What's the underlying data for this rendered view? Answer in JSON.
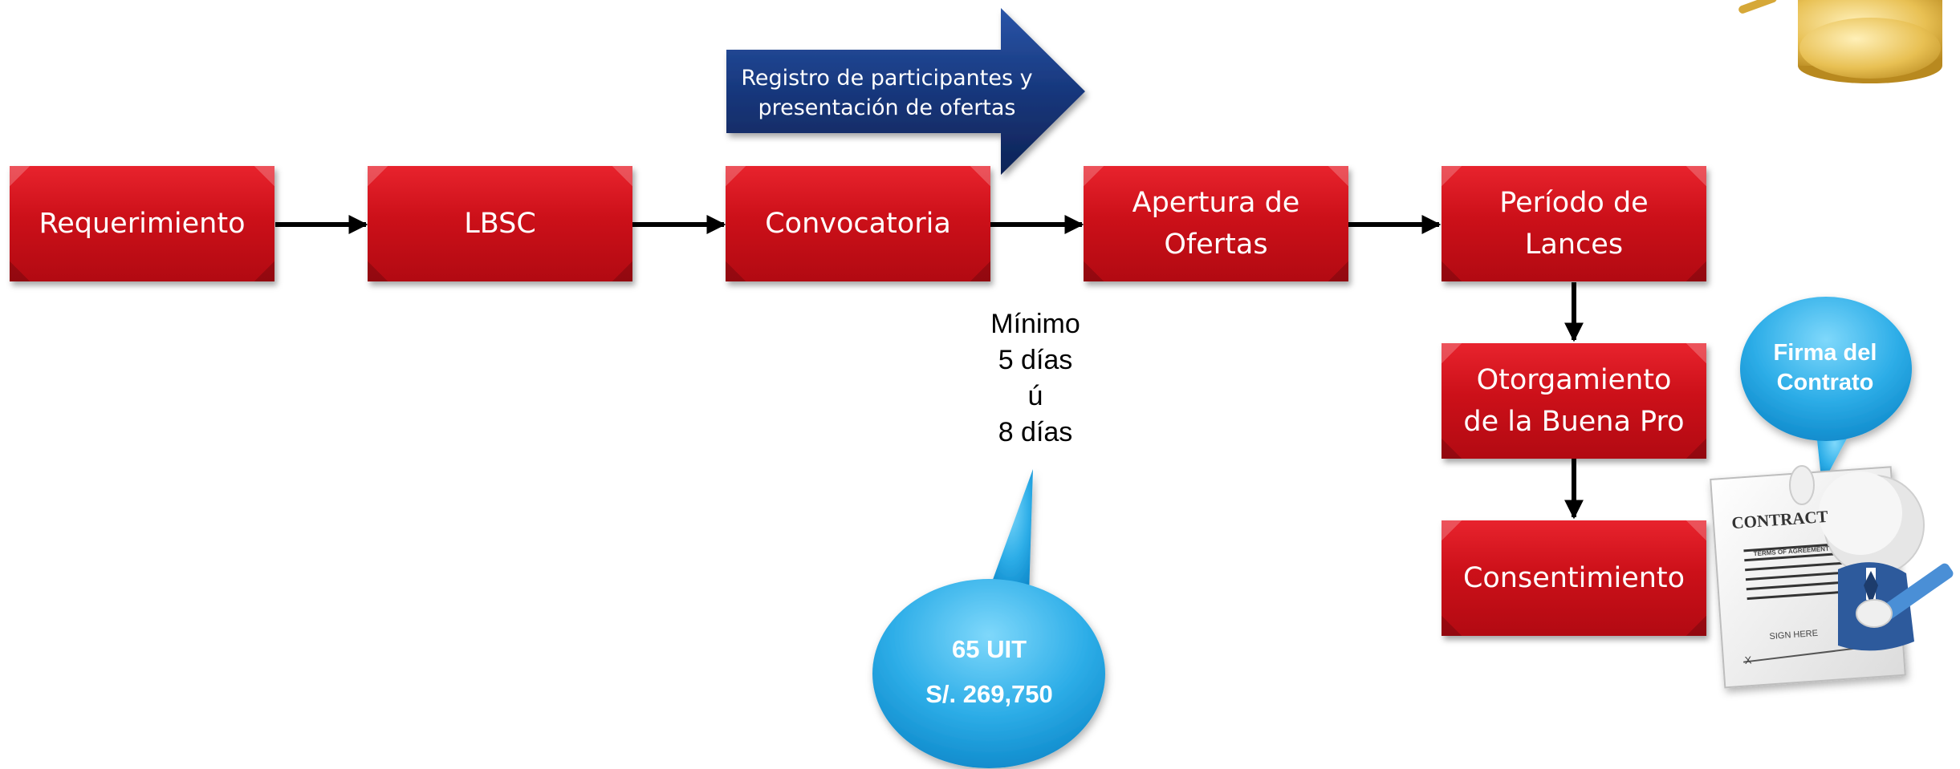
{
  "diagram": {
    "steps": [
      {
        "id": "requerimiento",
        "label": "Requerimiento"
      },
      {
        "id": "lbsc",
        "label": "LBSC"
      },
      {
        "id": "convocatoria",
        "label": "Convocatoria"
      },
      {
        "id": "apertura",
        "label": "Apertura de\nOfertas"
      },
      {
        "id": "periodo",
        "label": "Período de\nLances"
      },
      {
        "id": "otorgamiento",
        "label": "Otorgamiento\nde la Buena Pro"
      },
      {
        "id": "consentimiento",
        "label": "Consentimiento"
      }
    ],
    "connectors": [
      {
        "from": "requerimiento",
        "to": "lbsc"
      },
      {
        "from": "lbsc",
        "to": "convocatoria"
      },
      {
        "from": "convocatoria",
        "to": "apertura"
      },
      {
        "from": "apertura",
        "to": "periodo"
      },
      {
        "from": "periodo",
        "to": "otorgamiento"
      },
      {
        "from": "otorgamiento",
        "to": "consentimiento"
      }
    ],
    "banner": {
      "label": "Registro de participantes y\npresentación de ofertas"
    },
    "duration": {
      "line1": "Mínimo",
      "line2": "5 días",
      "line3": "ú",
      "line4": "8 días"
    },
    "uit_bubble": {
      "line1": "65 UIT",
      "line2": "S/. 269,750"
    },
    "contract_bubble": {
      "label": "Firma del\nContrato"
    },
    "contract_illustration": {
      "title": "CONTRACT",
      "subtitle": "TERMS OF AGREEMENT",
      "sign": "SIGN HERE",
      "mark": "X"
    }
  },
  "colors": {
    "step_box": "#cc1019",
    "banner": "#1a3a7a",
    "bubble": "#2eaee8",
    "connector": "#000000"
  }
}
